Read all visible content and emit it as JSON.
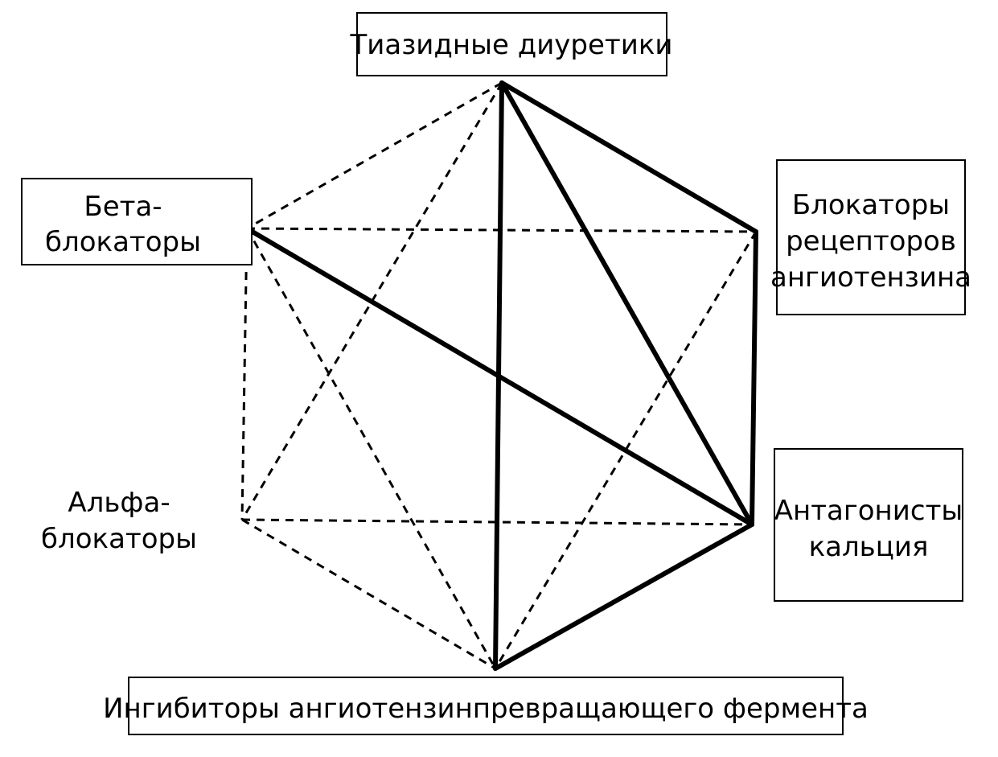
{
  "nodes": [
    {
      "id": "thiazide",
      "label_lines": [
        "Тиазидные диуретики"
      ],
      "boxed": true
    },
    {
      "id": "arb",
      "label_lines": [
        "Блокаторы",
        "рецепторов",
        "ангиотензина"
      ],
      "boxed": true
    },
    {
      "id": "ccb",
      "label_lines": [
        "Антагонисты",
        "кальция"
      ],
      "boxed": true
    },
    {
      "id": "ace",
      "label_lines": [
        "Ингибиторы ангиотензинпревращающего фермента"
      ],
      "boxed": true
    },
    {
      "id": "alpha",
      "label_lines": [
        "Альфа-",
        "блокаторы"
      ],
      "boxed": false
    },
    {
      "id": "beta",
      "label_lines": [
        "Бета-",
        "блокаторы"
      ],
      "boxed": true
    }
  ],
  "edges": [
    {
      "from": "thiazide",
      "to": "arb",
      "style": "solid"
    },
    {
      "from": "thiazide",
      "to": "ccb",
      "style": "solid"
    },
    {
      "from": "thiazide",
      "to": "ace",
      "style": "solid"
    },
    {
      "from": "arb",
      "to": "ccb",
      "style": "solid"
    },
    {
      "from": "ccb",
      "to": "ace",
      "style": "solid"
    },
    {
      "from": "beta",
      "to": "ccb",
      "style": "solid"
    },
    {
      "from": "thiazide",
      "to": "beta",
      "style": "dashed"
    },
    {
      "from": "thiazide",
      "to": "alpha",
      "style": "dashed"
    },
    {
      "from": "beta",
      "to": "arb",
      "style": "dashed"
    },
    {
      "from": "beta",
      "to": "alpha",
      "style": "dashed"
    },
    {
      "from": "beta",
      "to": "ace",
      "style": "dashed"
    },
    {
      "from": "alpha",
      "to": "ccb",
      "style": "dashed"
    },
    {
      "from": "alpha",
      "to": "ace",
      "style": "dashed"
    },
    {
      "from": "arb",
      "to": "ace",
      "style": "dashed"
    }
  ]
}
